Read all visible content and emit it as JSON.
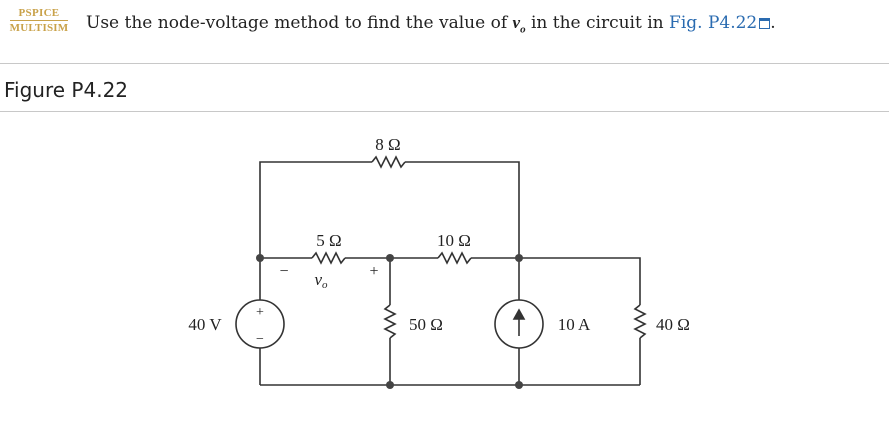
{
  "badge": {
    "top": "PSPICE",
    "bottom": "MULTISIM"
  },
  "problem": {
    "prefix": "Use the node-voltage method to find the value of ",
    "var": "v",
    "var_sub": "o",
    "mid": " in the circuit in ",
    "link": "Fig. P4.22",
    "suffix": "."
  },
  "figure_title": "Figure P4.22",
  "circuit": {
    "r_top": "8 Ω",
    "r_5": "5 Ω",
    "r_10": "10 Ω",
    "r_50": "50 Ω",
    "r_40": "40 Ω",
    "src_v": "40 V",
    "src_i": "10 A",
    "vo_label": "v",
    "vo_sub": "o",
    "minus": "−",
    "plus": "+",
    "vs_plus": "+",
    "vs_minus": "−"
  }
}
